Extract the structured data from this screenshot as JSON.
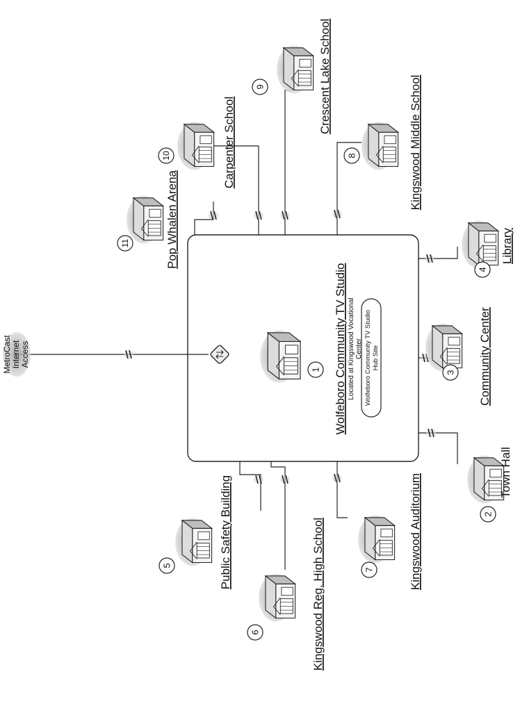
{
  "hub": {
    "title": "Wolfeboro Community TV Studio",
    "subtitle_line1": "Located at Kingswood Vocational",
    "subtitle_line2": "Center",
    "badge_line1": "Wolfeboro Community TV Studio",
    "badge_line2": "Hub Site",
    "number": "1"
  },
  "internet": {
    "line1": "MetroCast",
    "line2": "Internet",
    "line3": "Access"
  },
  "sites": [
    {
      "id": "town-hall",
      "number": "2",
      "label": "Town Hall"
    },
    {
      "id": "community-center",
      "number": "3",
      "label": "Community Center"
    },
    {
      "id": "library",
      "number": "4",
      "label": "Library"
    },
    {
      "id": "public-safety",
      "number": "5",
      "label": "Public Safety Building"
    },
    {
      "id": "high-school",
      "number": "6",
      "label": "Kingswood Reg. High School"
    },
    {
      "id": "auditorium",
      "number": "7",
      "label": "Kingswood Auditorium"
    },
    {
      "id": "middle-school",
      "number": "8",
      "label": "Kingswood Middle School"
    },
    {
      "id": "crescent-lake",
      "number": "9",
      "label": "Crescent Lake School"
    },
    {
      "id": "carpenter",
      "number": "10",
      "label": "Carpenter School"
    },
    {
      "id": "pop-whalen",
      "number": "11",
      "label": "Pop Whalen Arena"
    }
  ]
}
